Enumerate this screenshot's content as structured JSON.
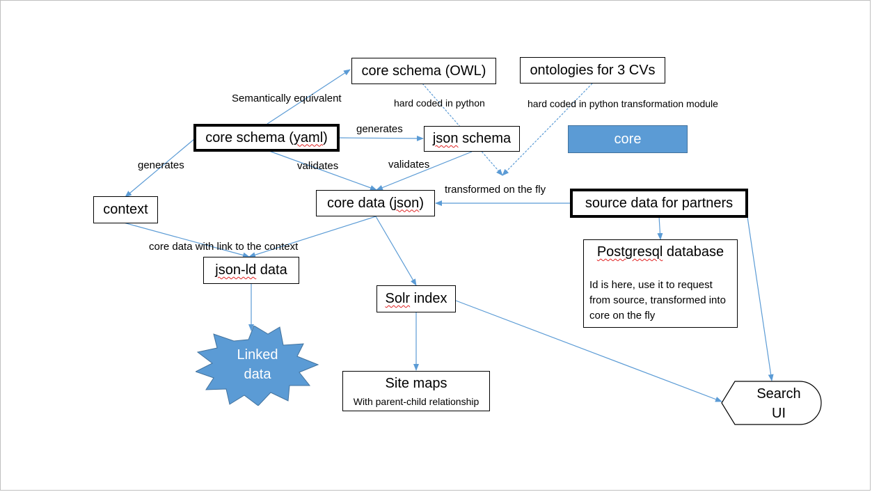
{
  "nodes": {
    "core_schema_owl": "core schema (OWL)",
    "ontologies": "ontologies for 3 CVs",
    "core_schema_yaml_prefix": "core schema (",
    "core_schema_yaml_word": "yaml",
    "core_schema_yaml_suffix": ")",
    "json_schema_word": "json",
    "json_schema_suffix": " schema",
    "core": "core",
    "context": "context",
    "core_data_prefix": "core data (",
    "core_data_word": "json",
    "core_data_suffix": ")",
    "source_data": "source data for partners",
    "postgresql_word": "Postgresql",
    "postgresql_suffix": " database",
    "postgresql_body": "Id is here, use it to request from source, transformed into core on the fly",
    "jsonld_word": "json-ld",
    "jsonld_suffix": " data",
    "solr_word": "Solr",
    "solr_suffix": " index",
    "site_maps": "Site maps",
    "site_maps_sub": "With parent-child relationship",
    "linked_data_1": "Linked",
    "linked_data_2": "data",
    "search_1": "Search",
    "search_2": "UI"
  },
  "edge_labels": {
    "semantically_equivalent": "Semantically equivalent",
    "hard_coded_python": "hard coded in python",
    "hard_coded_transform": "hard coded in python transformation module",
    "generates_json": "generates",
    "generates_context": "generates",
    "validates_yaml": "validates",
    "validates_schema": "validates",
    "transformed_fly": "transformed on the fly",
    "core_data_link": "core data with link to the context"
  },
  "colors": {
    "edge": "#5b9bd5",
    "core_fill": "#5b9bd5",
    "star_fill": "#5b9bd5",
    "spellcheck": "#e02020"
  }
}
